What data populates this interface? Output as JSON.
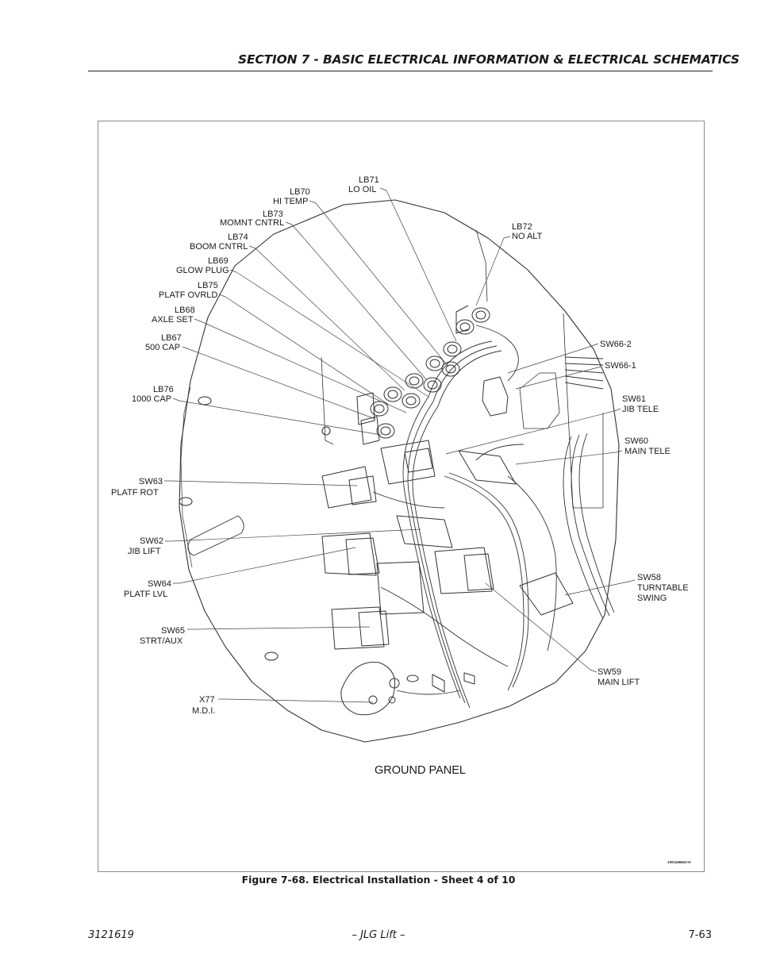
{
  "header": {
    "title": "SECTION 7 - BASIC ELECTRICAL INFORMATION & ELECTRICAL SCHEMATICS"
  },
  "figure": {
    "panel_title": "GROUND PANEL",
    "drawing_ref": "1001156522-H",
    "caption": "Figure 7-68.  Electrical Installation - Sheet 4 of 10",
    "callouts": [
      {
        "id": "LB71",
        "desc": "LO OIL"
      },
      {
        "id": "LB70",
        "desc": "HI TEMP"
      },
      {
        "id": "LB73",
        "desc": "MOMNT CNTRL"
      },
      {
        "id": "LB74",
        "desc": "BOOM CNTRL"
      },
      {
        "id": "LB69",
        "desc": "GLOW PLUG"
      },
      {
        "id": "LB75",
        "desc": "PLATF OVRLD"
      },
      {
        "id": "LB68",
        "desc": "AXLE SET"
      },
      {
        "id": "LB67",
        "desc": "500 CAP"
      },
      {
        "id": "LB76",
        "desc": "1000 CAP"
      },
      {
        "id": "LB72",
        "desc": "NO ALT"
      },
      {
        "id": "SW66-2",
        "desc": ""
      },
      {
        "id": "SW66-1",
        "desc": ""
      },
      {
        "id": "SW61",
        "desc": "JIB TELE"
      },
      {
        "id": "SW60",
        "desc": "MAIN TELE"
      },
      {
        "id": "SW63",
        "desc": "PLATF ROT"
      },
      {
        "id": "SW62",
        "desc": "JIB LIFT"
      },
      {
        "id": "SW64",
        "desc": "PLATF LVL"
      },
      {
        "id": "SW58",
        "desc": "TURNTABLE",
        "desc2": "SWING"
      },
      {
        "id": "SW65",
        "desc": "STRT/AUX"
      },
      {
        "id": "SW59",
        "desc": "MAIN LIFT"
      },
      {
        "id": "X77",
        "desc": "M.D.I."
      }
    ]
  },
  "footer": {
    "doc_number": "3121619",
    "center": "– JLG Lift –",
    "page": "7-63"
  }
}
